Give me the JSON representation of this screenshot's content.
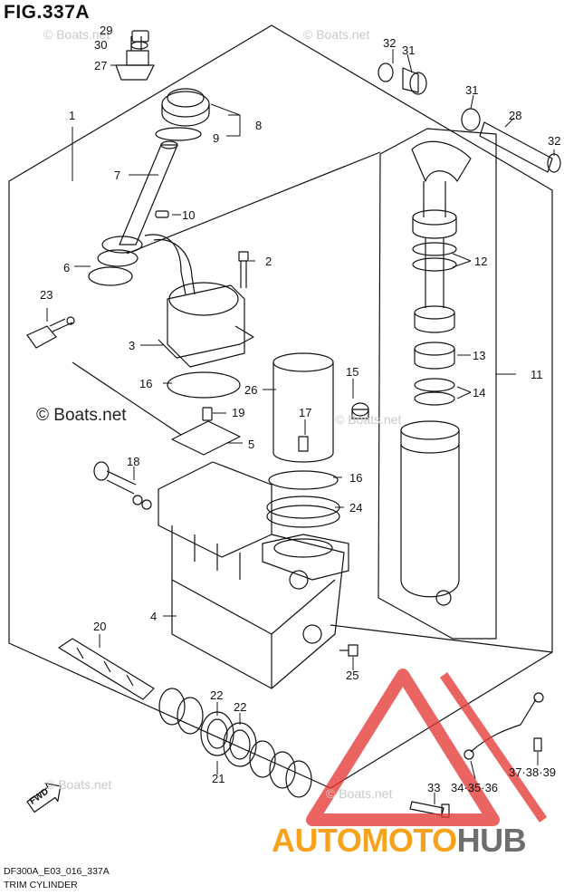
{
  "figure": {
    "title": "FIG.337A",
    "code": "DF300A_E03_016_337A",
    "caption": "TRIM CYLINDER",
    "direction_tag": "FWD"
  },
  "watermarks": {
    "main": "© Boats.net",
    "faint": "© Boats.net"
  },
  "brand": {
    "part1": "AUTOMOTO",
    "part2": "HUB",
    "colors": {
      "part1": "#f6a31b",
      "part2": "#6e6e6e",
      "triangle": "#e53935"
    }
  },
  "callouts": [
    {
      "id": "29",
      "text": "29"
    },
    {
      "id": "30",
      "text": "30"
    },
    {
      "id": "27",
      "text": "27"
    },
    {
      "id": "1",
      "text": "1"
    },
    {
      "id": "8",
      "text": "8"
    },
    {
      "id": "9",
      "text": "9"
    },
    {
      "id": "7",
      "text": "7"
    },
    {
      "id": "10",
      "text": "10"
    },
    {
      "id": "6",
      "text": "6"
    },
    {
      "id": "2",
      "text": "2"
    },
    {
      "id": "23",
      "text": "23"
    },
    {
      "id": "3",
      "text": "3"
    },
    {
      "id": "16a",
      "text": "16"
    },
    {
      "id": "19",
      "text": "19"
    },
    {
      "id": "5",
      "text": "5"
    },
    {
      "id": "18",
      "text": "18"
    },
    {
      "id": "4",
      "text": "4"
    },
    {
      "id": "20",
      "text": "20"
    },
    {
      "id": "22a",
      "text": "22"
    },
    {
      "id": "22b",
      "text": "22"
    },
    {
      "id": "21",
      "text": "21"
    },
    {
      "id": "26",
      "text": "26"
    },
    {
      "id": "17",
      "text": "17"
    },
    {
      "id": "15",
      "text": "15"
    },
    {
      "id": "16b",
      "text": "16"
    },
    {
      "id": "24",
      "text": "24"
    },
    {
      "id": "25",
      "text": "25"
    },
    {
      "id": "32a",
      "text": "32"
    },
    {
      "id": "31a",
      "text": "31"
    },
    {
      "id": "31b",
      "text": "31"
    },
    {
      "id": "28",
      "text": "28"
    },
    {
      "id": "32b",
      "text": "32"
    },
    {
      "id": "12",
      "text": "12"
    },
    {
      "id": "11",
      "text": "11"
    },
    {
      "id": "13",
      "text": "13"
    },
    {
      "id": "14",
      "text": "14"
    },
    {
      "id": "33",
      "text": "33"
    },
    {
      "id": "34",
      "text": "34·35·36"
    },
    {
      "id": "37",
      "text": "37·38·39"
    }
  ]
}
